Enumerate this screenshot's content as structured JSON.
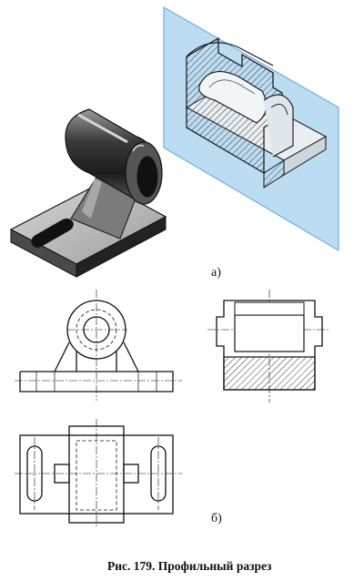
{
  "figure": {
    "label_a": "а)",
    "label_b": "б)",
    "caption": "Рис. 179. Профильный разрез"
  },
  "colors": {
    "plane_fill": "#bcdcf2",
    "plane_stroke": "#6fb0dc",
    "hatch": "#222222",
    "body_dark": "#2a2a2a",
    "body_mid": "#6e6e6e",
    "body_light": "#c8c8c8"
  }
}
